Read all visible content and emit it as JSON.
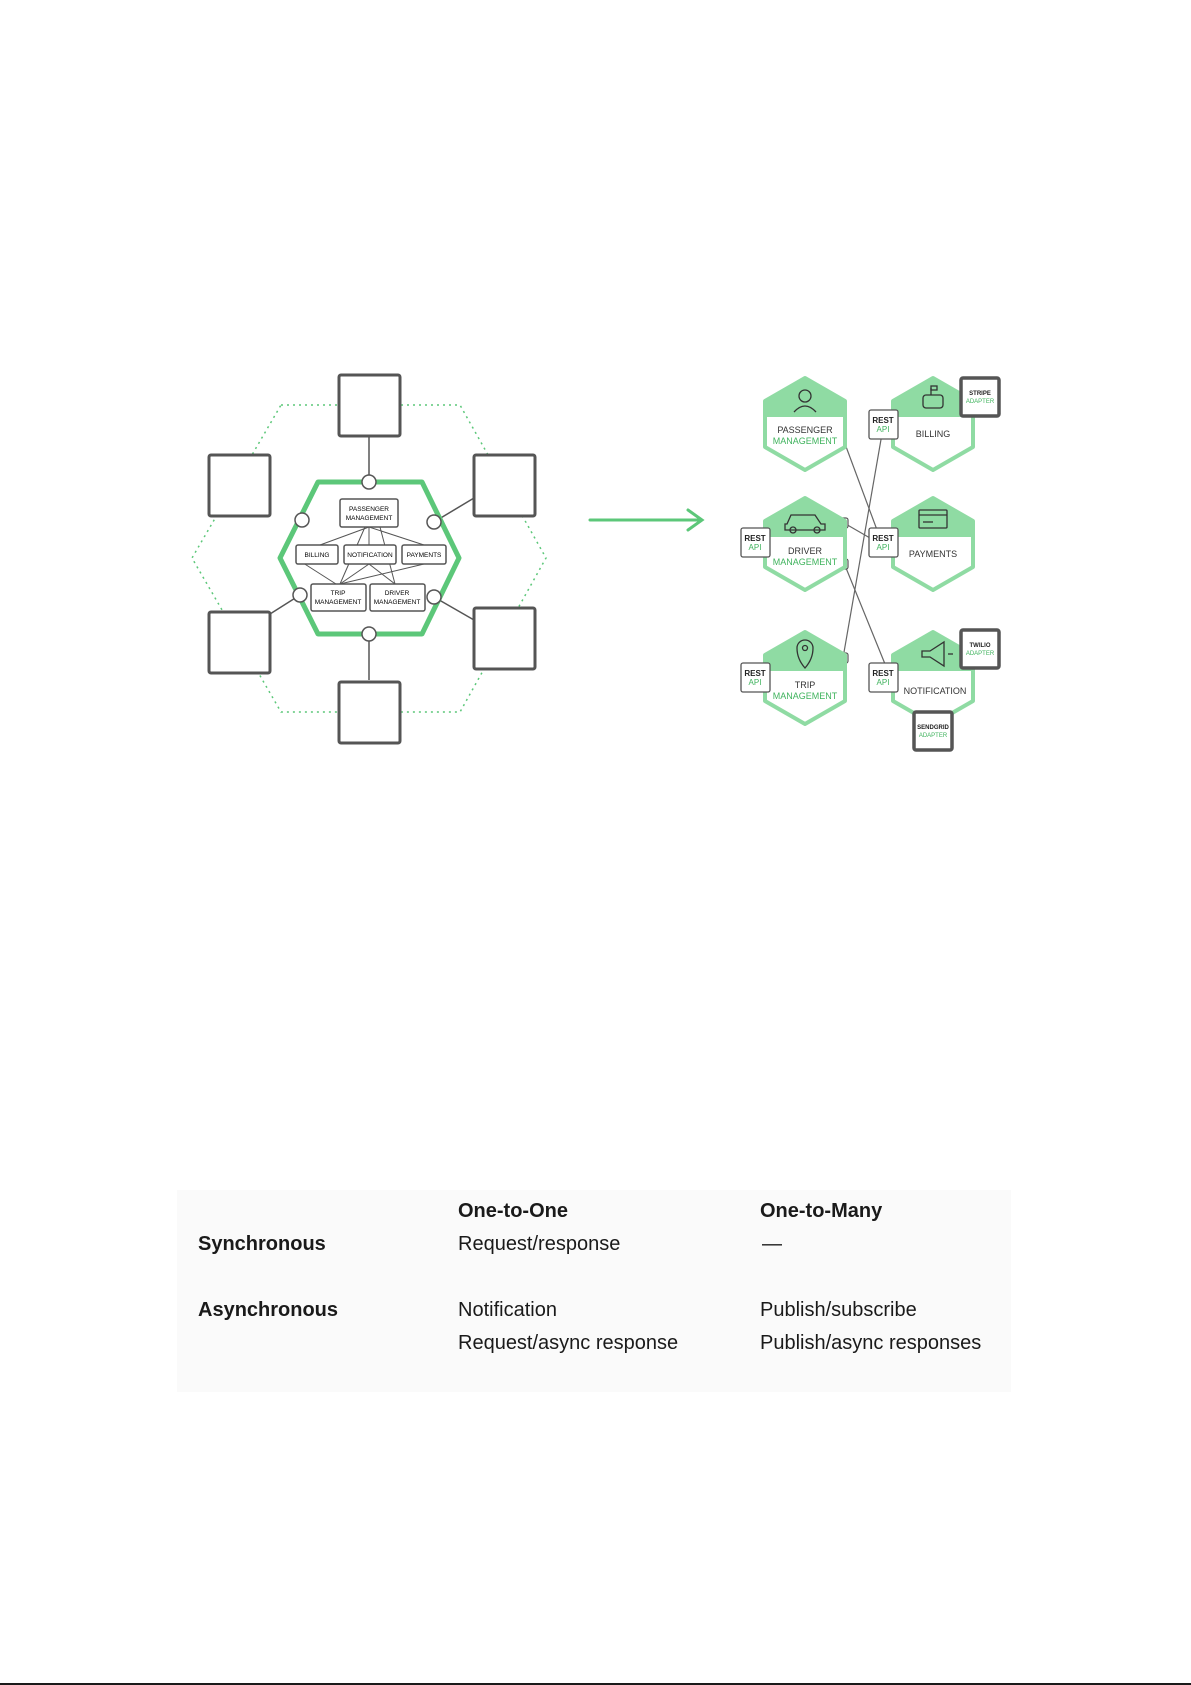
{
  "monolith": {
    "modules": {
      "passenger_management": [
        "PASSENGER",
        "MANAGEMENT"
      ],
      "billing": "BILLING",
      "notification": "NOTIFICATION",
      "payments": "PAYMENTS",
      "trip_management": [
        "TRIP",
        "MANAGEMENT"
      ],
      "driver_management": [
        "DRIVER",
        "MANAGEMENT"
      ]
    }
  },
  "microservices": {
    "passenger_management": [
      "PASSENGER",
      "MANAGEMENT"
    ],
    "driver_management": [
      "DRIVER",
      "MANAGEMENT"
    ],
    "trip_management": [
      "TRIP",
      "MANAGEMENT"
    ],
    "billing": "BILLING",
    "payments": "PAYMENTS",
    "notification": "NOTIFICATION",
    "rest_api": [
      "REST",
      "API"
    ],
    "stripe_adapter": [
      "STRIPE",
      "ADAPTER"
    ],
    "twilio_adapter": [
      "TWILIO",
      "ADAPTER"
    ],
    "sendgrid_adapter": [
      "SENDGRID",
      "ADAPTER"
    ]
  },
  "colors": {
    "accent_green": "#5cc779",
    "light_green": "#8fdba3",
    "frame_gray": "#555555",
    "line_gray": "#666666"
  },
  "icons": {
    "passenger": "person-icon",
    "driver": "car-icon",
    "trip": "map-pin-icon",
    "billing": "mailbox-icon",
    "payments": "credit-card-icon",
    "notification": "megaphone-icon",
    "arrow": "right-arrow-icon"
  },
  "table": {
    "col_one_to_one": "One-to-One",
    "col_one_to_many": "One-to-Many",
    "row_sync": "Synchronous",
    "row_async": "Asynchronous",
    "sync_one_to_one": "Request/response",
    "sync_one_to_many": "—",
    "async_one_to_one_1": "Notification",
    "async_one_to_one_2": "Request/async response",
    "async_one_to_many_1": "Publish/subscribe",
    "async_one_to_many_2": "Publish/async responses"
  }
}
